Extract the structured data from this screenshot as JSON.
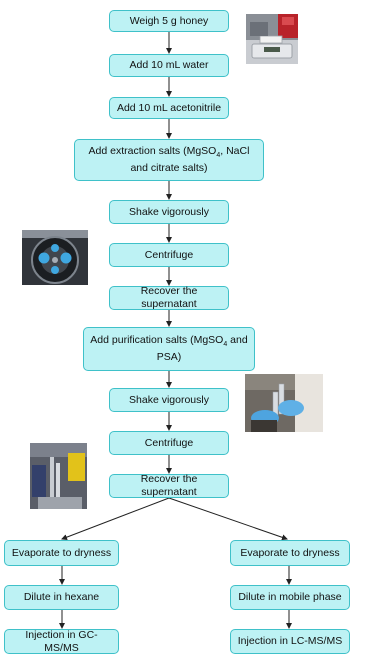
{
  "colors": {
    "box_fill": "#bdf2f4",
    "box_border": "#3fc1c9",
    "arrow": "#222222",
    "text": "#111111"
  },
  "steps": {
    "weigh": "Weigh 5 g honey",
    "water": "Add 10 mL water",
    "acetonitrile": "Add 10 mL acetonitrile",
    "extraction_salts": {
      "line1_pre": "Add extraction salts (MgSO",
      "line1_sub": "4",
      "line1_post": ", NaCl",
      "line2": "and citrate salts)"
    },
    "shake1": "Shake vigorously",
    "centrifuge1": "Centrifuge",
    "recover1": "Recover the supernatant",
    "purification_salts": {
      "line1_pre": "Add purification salts (MgSO",
      "line1_sub": "4",
      "line1_post": " and",
      "line2": "PSA)"
    },
    "shake2": "Shake vigorously",
    "centrifuge2": "Centrifuge",
    "recover2": "Recover the supernatant"
  },
  "branches": {
    "left": {
      "evaporate": "Evaporate to dryness",
      "dilute": "Dilute in hexane",
      "inject": "Injection in GC-MS/MS"
    },
    "right": {
      "evaporate": "Evaporate to dryness",
      "dilute": "Dilute in mobile phase",
      "inject": "Injection in LC-MS/MS"
    }
  },
  "photos": [
    "balance-photo",
    "centrifuge-photo",
    "tube-handling-photo",
    "laboratory-photo"
  ]
}
